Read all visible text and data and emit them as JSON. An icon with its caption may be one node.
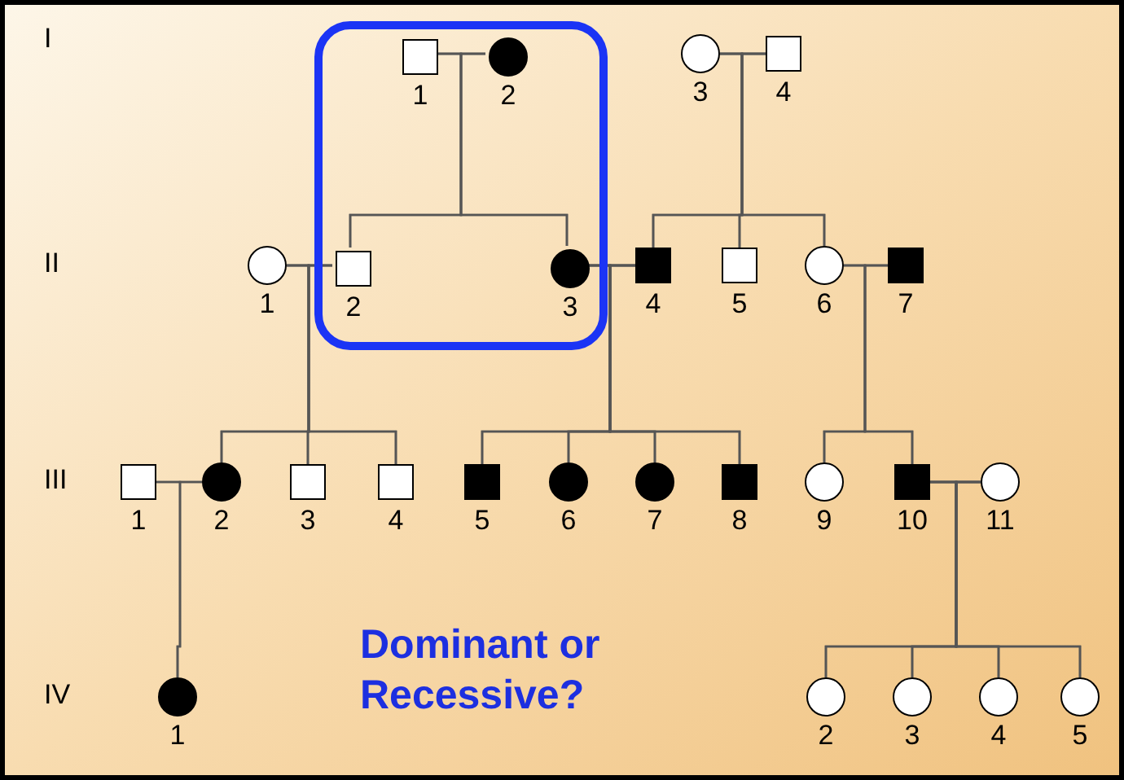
{
  "diagram": {
    "nodes": [
      {
        "text": [],
        "shape": "box"
      },
      {
        "text": [],
        "shape": "square",
        "beside": [
          "1"
        ],
        "in": 0
      },
      {
        "text": [],
        "shape": "disc",
        "beside": [
          "2"
        ],
        "in": 0
      },
      {
        "text": [],
        "shape": "circle",
        "beside": [
          "3"
        ]
      },
      {
        "text": [],
        "shape": "square",
        "beside": [
          "4"
        ]
      },
      {
        "text": [],
        "shape": "circle",
        "beside": [
          "1"
        ]
      },
      {
        "text": [],
        "shape": "square",
        "beside": [
          "2"
        ],
        "in": 0
      },
      {
        "text": [],
        "shape": "disc",
        "beside": [
          "3"
        ],
        "in": 0
      },
      {
        "text": [],
        "shape": "block",
        "beside": [
          "4"
        ]
      },
      {
        "text": [],
        "shape": "square",
        "beside": [
          "5"
        ]
      },
      {
        "text": [],
        "shape": "circle",
        "beside": [
          "6"
        ]
      },
      {
        "text": [],
        "shape": "block",
        "beside": [
          "7"
        ]
      },
      {
        "text": [],
        "shape": "square",
        "beside": [
          "1"
        ]
      },
      {
        "text": [],
        "shape": "disc",
        "beside": [
          "2"
        ]
      },
      {
        "text": [],
        "shape": "square",
        "beside": [
          "3"
        ]
      },
      {
        "text": [],
        "shape": "square",
        "beside": [
          "4"
        ]
      },
      {
        "text": [],
        "shape": "block",
        "beside": [
          "5"
        ]
      },
      {
        "text": [],
        "shape": "disc",
        "beside": [
          "6"
        ]
      },
      {
        "text": [],
        "shape": "disc",
        "beside": [
          "7"
        ]
      },
      {
        "text": [],
        "shape": "block",
        "beside": [
          "8"
        ]
      },
      {
        "text": [],
        "shape": "circle",
        "beside": [
          "9"
        ]
      },
      {
        "text": [],
        "shape": "block",
        "beside": [
          "10"
        ]
      },
      {
        "text": [],
        "shape": "circle",
        "beside": [
          "11"
        ]
      },
      {
        "text": [],
        "shape": "disc",
        "beside": [
          "1"
        ]
      },
      {
        "text": [],
        "shape": "circle",
        "beside": [
          "2"
        ]
      },
      {
        "text": [],
        "shape": "circle",
        "beside": [
          "3"
        ]
      },
      {
        "text": [],
        "shape": "circle",
        "beside": [
          "4"
        ]
      },
      {
        "text": [],
        "shape": "circle",
        "beside": [
          "5"
        ]
      }
    ],
    "edges": [
      {
        "from": 1,
        "to": 2,
        "arrow": "none"
      },
      {
        "from": 3,
        "to": 4,
        "arrow": "none"
      },
      {
        "from": 5,
        "to": 6,
        "arrow": "none"
      },
      {
        "from": 7,
        "to": 8,
        "arrow": "none"
      },
      {
        "from": 10,
        "to": 11,
        "arrow": "none"
      },
      {
        "from": 12,
        "to": 13,
        "arrow": "none"
      },
      {
        "from": 21,
        "to": 22,
        "arrow": "none"
      },
      {
        "from": 1,
        "to": 6,
        "arrow": "none"
      },
      {
        "from": 2,
        "to": 6,
        "arrow": "none"
      },
      {
        "from": 1,
        "to": 7,
        "arrow": "none"
      },
      {
        "from": 2,
        "to": 7,
        "arrow": "none"
      },
      {
        "from": 3,
        "to": 8,
        "arrow": "none"
      },
      {
        "from": 4,
        "to": 8,
        "arrow": "none"
      },
      {
        "from": 3,
        "to": 9,
        "arrow": "none"
      },
      {
        "from": 4,
        "to": 9,
        "arrow": "none"
      },
      {
        "from": 3,
        "to": 10,
        "arrow": "none"
      },
      {
        "from": 4,
        "to": 10,
        "arrow": "none"
      },
      {
        "from": 5,
        "to": 13,
        "arrow": "none"
      },
      {
        "from": 6,
        "to": 13,
        "arrow": "none"
      },
      {
        "from": 5,
        "to": 14,
        "arrow": "none"
      },
      {
        "from": 6,
        "to": 14,
        "arrow": "none"
      },
      {
        "from": 5,
        "to": 15,
        "arrow": "none"
      },
      {
        "from": 6,
        "to": 15,
        "arrow": "none"
      },
      {
        "from": 7,
        "to": 16,
        "arrow": "none"
      },
      {
        "from": 8,
        "to": 16,
        "arrow": "none"
      },
      {
        "from": 7,
        "to": 17,
        "arrow": "none"
      },
      {
        "from": 8,
        "to": 17,
        "arrow": "none"
      },
      {
        "from": 7,
        "to": 18,
        "arrow": "none"
      },
      {
        "from": 8,
        "to": 18,
        "arrow": "none"
      },
      {
        "from": 7,
        "to": 19,
        "arrow": "none"
      },
      {
        "from": 8,
        "to": 19,
        "arrow": "none"
      },
      {
        "from": 10,
        "to": 20,
        "arrow": "none"
      },
      {
        "from": 11,
        "to": 20,
        "arrow": "none"
      },
      {
        "from": 10,
        "to": 21,
        "arrow": "none"
      },
      {
        "from": 11,
        "to": 21,
        "arrow": "none"
      },
      {
        "from": 12,
        "to": 23,
        "arrow": "none"
      },
      {
        "from": 13,
        "to": 23,
        "arrow": "none"
      },
      {
        "from": 21,
        "to": 24,
        "arrow": "none"
      },
      {
        "from": 22,
        "to": 24,
        "arrow": "none"
      },
      {
        "from": 21,
        "to": 25,
        "arrow": "none"
      },
      {
        "from": 22,
        "to": 25,
        "arrow": "none"
      },
      {
        "from": 21,
        "to": 26,
        "arrow": "none"
      },
      {
        "from": 22,
        "to": 26,
        "arrow": "none"
      },
      {
        "from": 21,
        "to": 27,
        "arrow": "none"
      },
      {
        "from": 22,
        "to": 27,
        "arrow": "none"
      }
    ],
    "labels": [
      "I",
      "II",
      "III",
      "IV",
      "Dominant or Recessive?"
    ]
  }
}
